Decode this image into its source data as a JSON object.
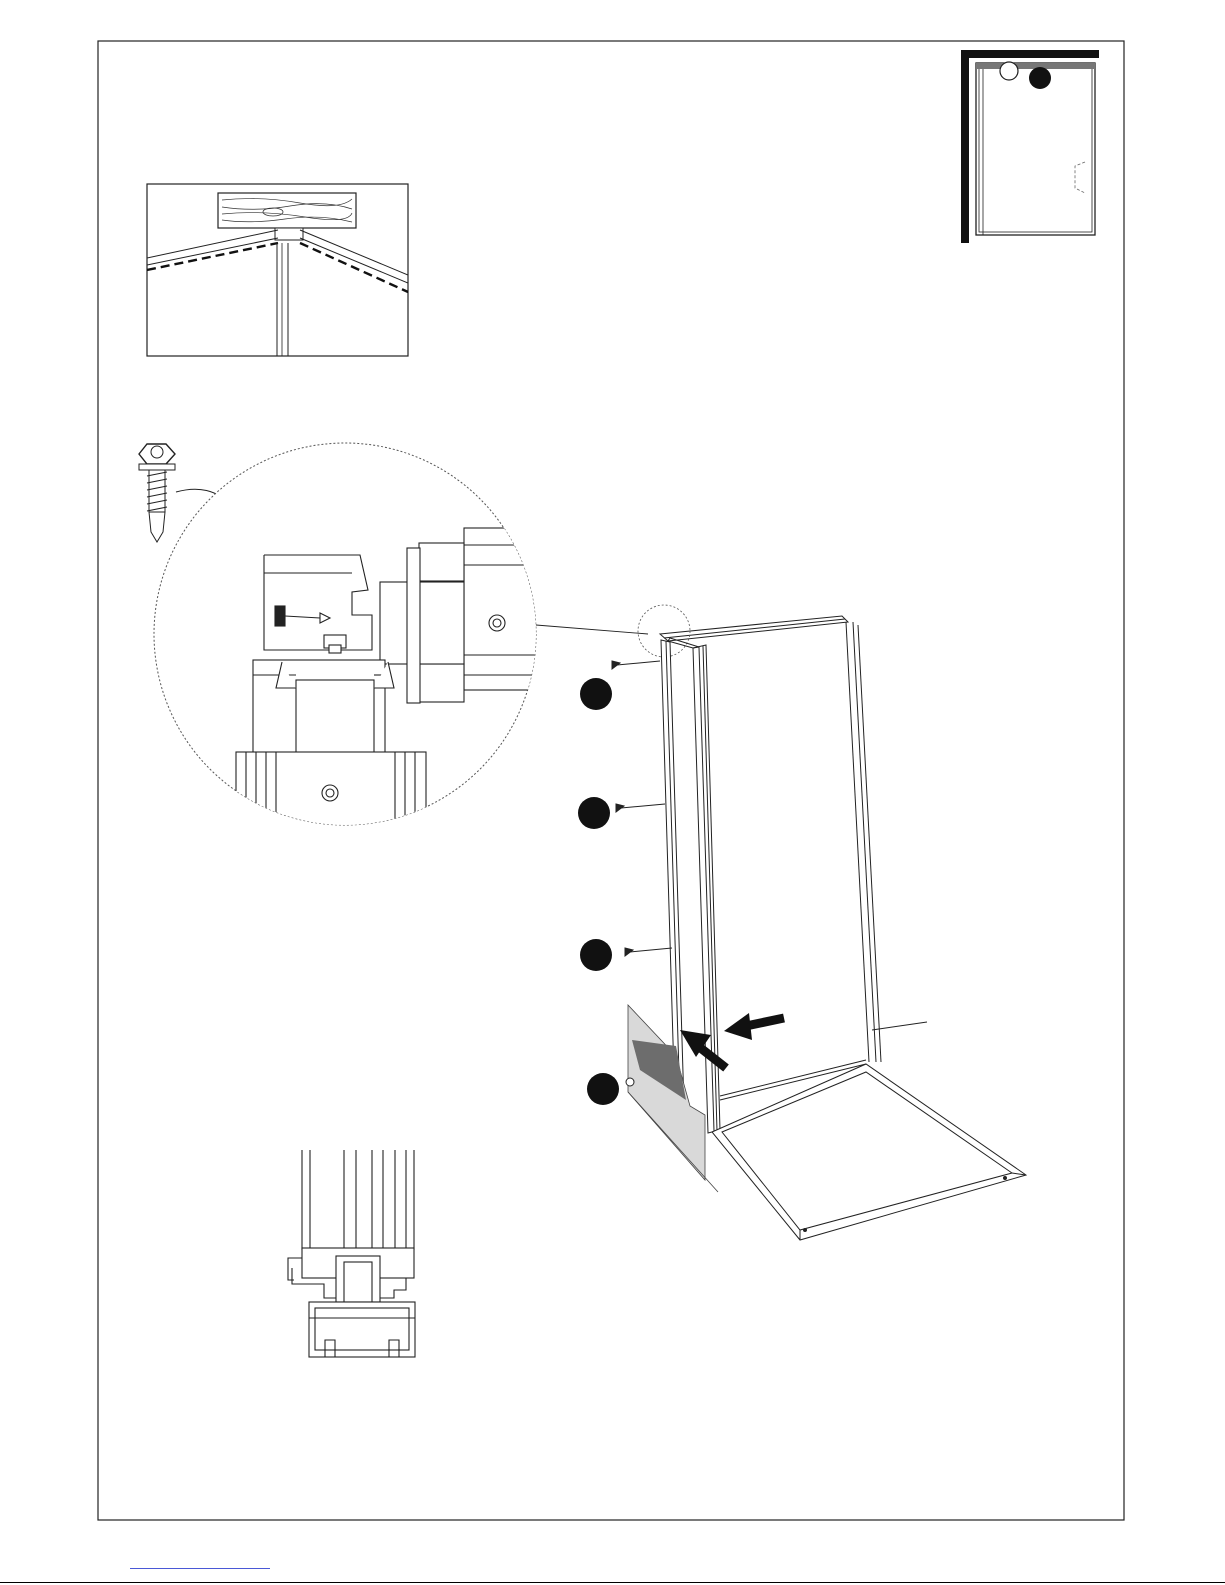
{
  "page": {
    "background": "#ffffff",
    "line_color": "#222222",
    "accent_black": "#111111",
    "shade_gray": "#6d6d6d",
    "link_color": "#4a58d6"
  },
  "illustration": {
    "callout_markers_count": 4,
    "plan_view_markers": [
      "open-circle",
      "filled-circle"
    ],
    "icons": [
      "self-drilling-screw-icon",
      "direction-arrow-icon",
      "wood-beam-icon"
    ]
  }
}
